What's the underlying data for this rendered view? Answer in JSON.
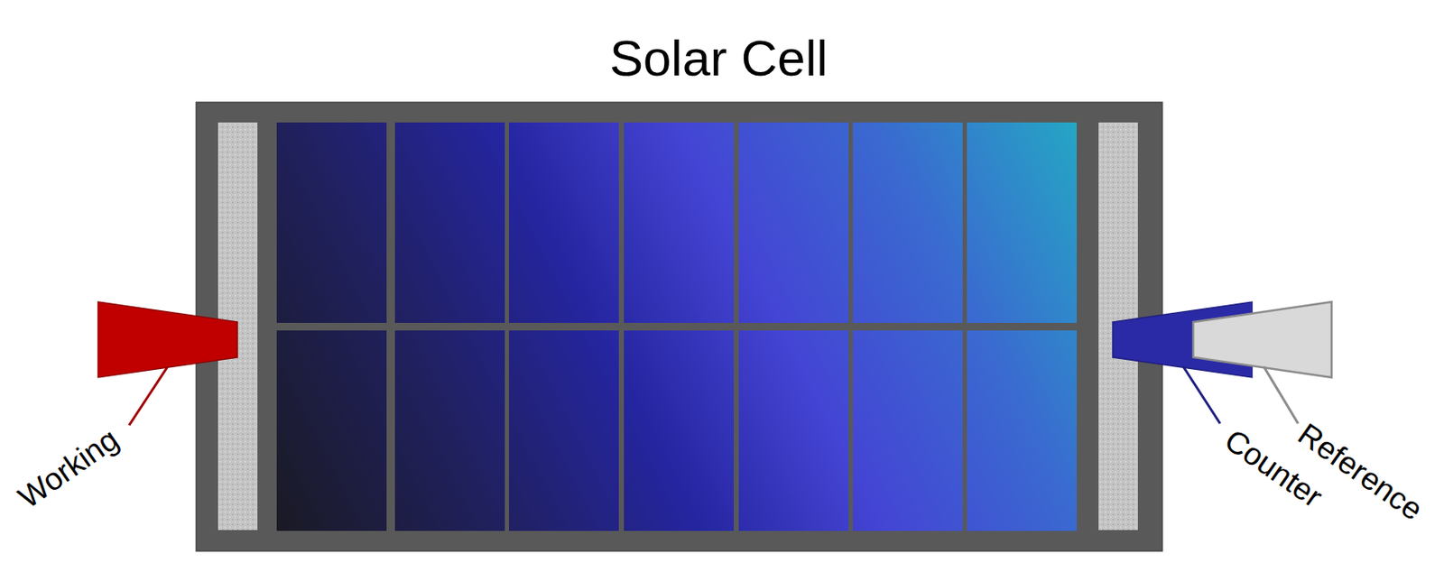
{
  "diagram": {
    "title": "Solar Cell",
    "labels": [
      "Working",
      "Counter",
      "Reference"
    ]
  }
}
